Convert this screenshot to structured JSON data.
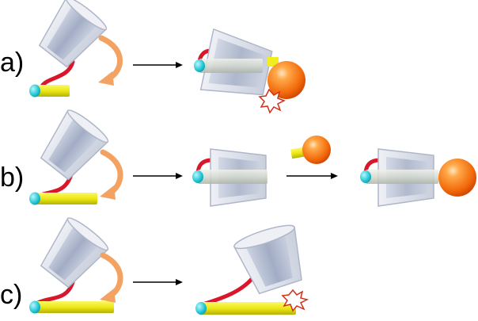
{
  "rows": [
    {
      "label": "a)"
    },
    {
      "label": "b)"
    },
    {
      "label": "c)"
    }
  ],
  "colors": {
    "background": "#ffffff",
    "cone_body": "#dfe3ec",
    "cone_edge": "#aeb6c8",
    "cone_inner": "#a9b4cc",
    "linker": "#d8182a",
    "rod": "#f2ee1e",
    "rod_shadow": "#b9b50c",
    "rod_cap": "#23c9d8",
    "stopper_light": "#ffc27a",
    "stopper_dark": "#e24a00",
    "curved_arrow": "#f3a262",
    "clash_star": "#d0301a"
  }
}
